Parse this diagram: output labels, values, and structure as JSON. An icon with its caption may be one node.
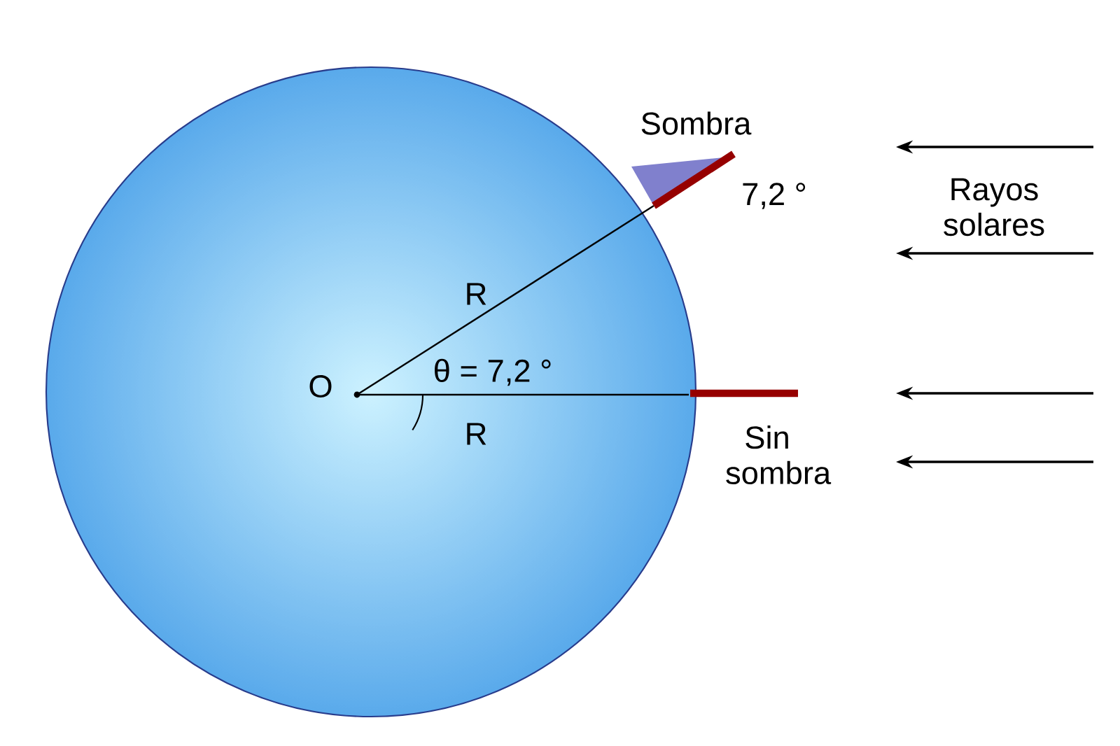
{
  "diagram": {
    "nodes": [
      {
        "text": [],
        "shape": "circle"
      }
    ],
    "labels": [
      "Sombra",
      "7,2 °",
      "R",
      "O",
      "θ = 7,2 °",
      "R",
      "Sin sombra",
      "Rayos solares"
    ]
  }
}
